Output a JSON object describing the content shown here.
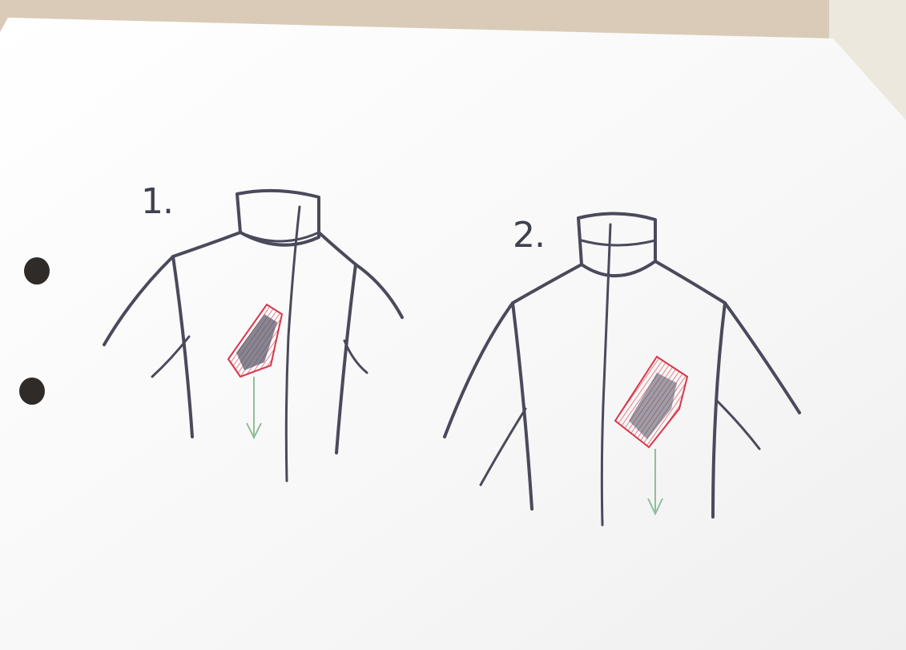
{
  "scene": {
    "paper_color": "#fbfbfb",
    "backdrop_color": "#dccfbd",
    "ink_color": "#4a4a5c",
    "highlight_color": "#d9384a",
    "arrow_color": "#8fbf9b"
  },
  "sketches": [
    {
      "label": "1.",
      "subject": "jacket-with-zipper-pocket"
    },
    {
      "label": "2.",
      "subject": "jacket-with-zipper-pocket"
    }
  ]
}
